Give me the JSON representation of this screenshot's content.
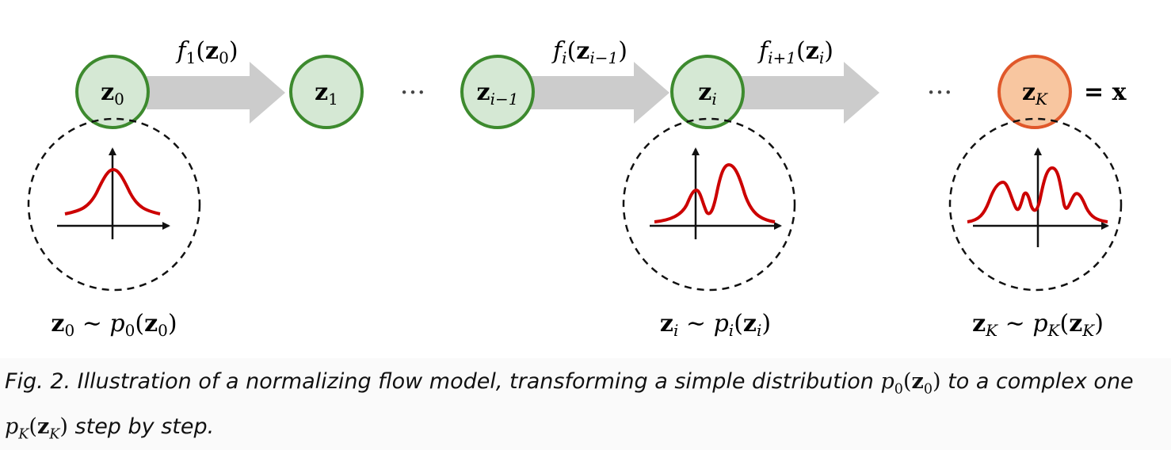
{
  "nodes": [
    {
      "id": "z0",
      "base": "z",
      "sub": "0"
    },
    {
      "id": "z1",
      "base": "z",
      "sub": "1"
    },
    {
      "id": "zim1",
      "base": "z",
      "sub": "i−1"
    },
    {
      "id": "zi",
      "base": "z",
      "sub": "i"
    },
    {
      "id": "zK",
      "base": "z",
      "sub": "K"
    }
  ],
  "arrows": [
    {
      "f": "f",
      "fsub": "1",
      "arg": "z",
      "argsub": "0"
    },
    {
      "f": "f",
      "fsub": "i",
      "arg": "z",
      "argsub": "i−1"
    },
    {
      "f": "f",
      "fsub": "i+1",
      "arg": "z",
      "argsub": "i"
    }
  ],
  "ellipsis": "···",
  "final_eq": "= x",
  "distributions": [
    {
      "z": "z",
      "zsub": "0",
      "tilde": "∼",
      "p": "p",
      "psub": "0"
    },
    {
      "z": "z",
      "zsub": "i",
      "tilde": "∼",
      "p": "p",
      "psub": "i"
    },
    {
      "z": "z",
      "zsub": "K",
      "tilde": "∼",
      "p": "p",
      "psub": "K"
    }
  ],
  "colors": {
    "green_fill": "#d5e8d4",
    "green_stroke": "#3d8a2e",
    "orange_fill": "#f8c6a0",
    "orange_stroke": "#e0582a",
    "arrow_gray": "#cccccc",
    "curve_red": "#cc0000"
  },
  "caption": {
    "part1": "Fig. 2. Illustration of a normalizing flow model, transforming a simple distribution ",
    "m1_p": "p",
    "m1_psub": "0",
    "m1_z": "z",
    "m1_zsub": "0",
    "part2": " to a complex one ",
    "m2_p": "p",
    "m2_psub": "K",
    "m2_z": "z",
    "m2_zsub": "K",
    "part3": " step by step."
  }
}
